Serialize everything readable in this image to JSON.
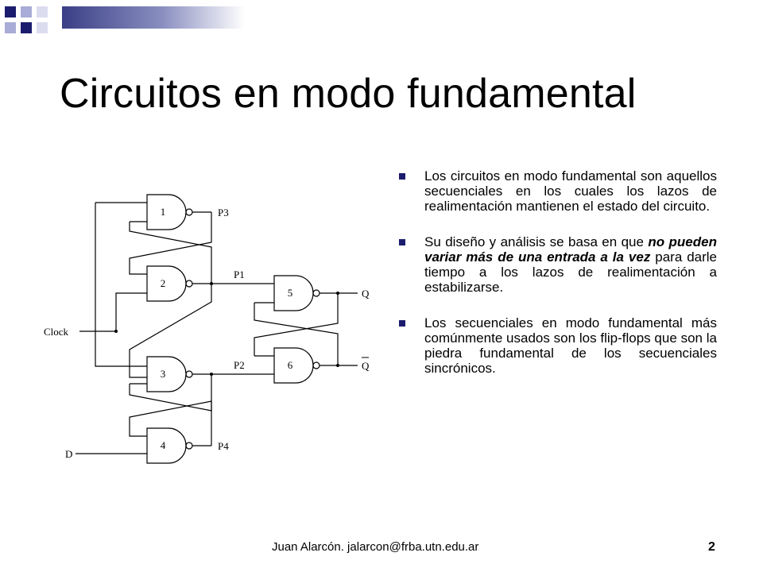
{
  "slide": {
    "title": "Circuitos en modo fundamental",
    "footer_text": "Juan Alarcón. jalarcon@frba.utn.edu.ar",
    "page_number": "2"
  },
  "bullets": [
    {
      "text": "Los circuitos en modo fundamental son aquellos secuenciales en los cuales los lazos de realimentación mantienen el estado del circuito."
    },
    {
      "pre": "Su diseño y análisis se basa en que ",
      "emph": "no pueden variar más de una entrada a la vez",
      "post": " para darle tiempo a los lazos de realimentación a estabilizarse."
    },
    {
      "text": "Los secuenciales en modo fundamental más comúnmente usados son los flip-flops que son la piedra fundamental de los secuenciales sincrónicos."
    }
  ],
  "diagram": {
    "gate_numbers": [
      "1",
      "2",
      "3",
      "4",
      "5",
      "6"
    ],
    "labels": {
      "clock": "Clock",
      "d": "D",
      "p1": "P1",
      "p2": "P2",
      "p3": "P3",
      "p4": "P4",
      "q": "Q",
      "q_bar": "Q"
    }
  },
  "colors": {
    "bullet": "#1c1c6e",
    "topbar_dark": "#3a3f86",
    "corner_dark": "#1c1c6e",
    "corner_light": "#a9acd6"
  }
}
